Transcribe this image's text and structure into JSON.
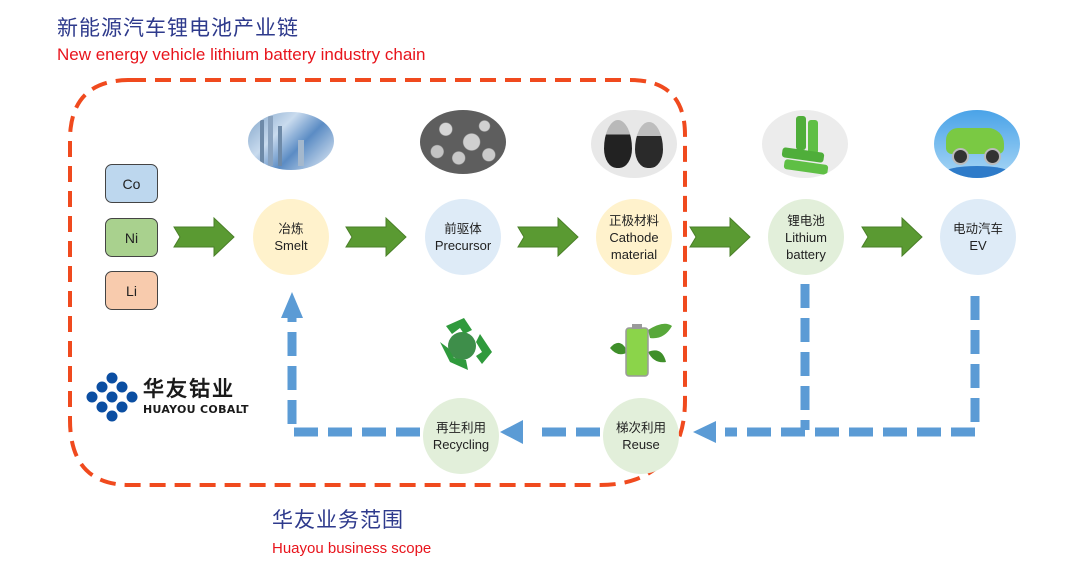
{
  "header": {
    "title_cn": "新能源汽车锂电池产业链",
    "title_en": "New energy vehicle lithium battery industry chain"
  },
  "raw_materials": [
    {
      "label": "Co",
      "color": "#bdd7ee"
    },
    {
      "label": "Ni",
      "color": "#a9d18e"
    },
    {
      "label": "Li",
      "color": "#f8cbad"
    }
  ],
  "chain": [
    {
      "cn": "冶炼",
      "en": "Smelt",
      "en2": "",
      "color": "#fff2cc",
      "image": "refinery-image"
    },
    {
      "cn": "前驱体",
      "en": "Precursor",
      "en2": "",
      "color": "#deebf7",
      "image": "precursor-powder-image"
    },
    {
      "cn": "正极材料",
      "en": "Cathode",
      "en2": "material",
      "color": "#fff2cc",
      "image": "cathode-material-image"
    },
    {
      "cn": "锂电池",
      "en": "Lithium",
      "en2": "battery",
      "color": "#e2efda",
      "image": "lithium-battery-image"
    },
    {
      "cn": "电动汽车",
      "en": "EV",
      "en2": "",
      "color": "#deebf7",
      "image": "electric-car-image"
    }
  ],
  "loop": [
    {
      "cn": "梯次利用",
      "en": "Reuse",
      "color": "#e2efda",
      "image": "battery-leaf-image"
    },
    {
      "cn": "再生利用",
      "en": "Recycling",
      "color": "#e2efda",
      "image": "recycle-globe-image"
    }
  ],
  "logo": {
    "cn": "华友钴业",
    "en": "HUAYOU COBALT",
    "color": "#0b4ea2"
  },
  "scope": {
    "cn": "华友业务范围",
    "en": "Huayou business scope",
    "border_color": "#f04a1e"
  },
  "colors": {
    "flow_arrow": "#5a9a32",
    "loop_arrow": "#5b9bd5"
  }
}
